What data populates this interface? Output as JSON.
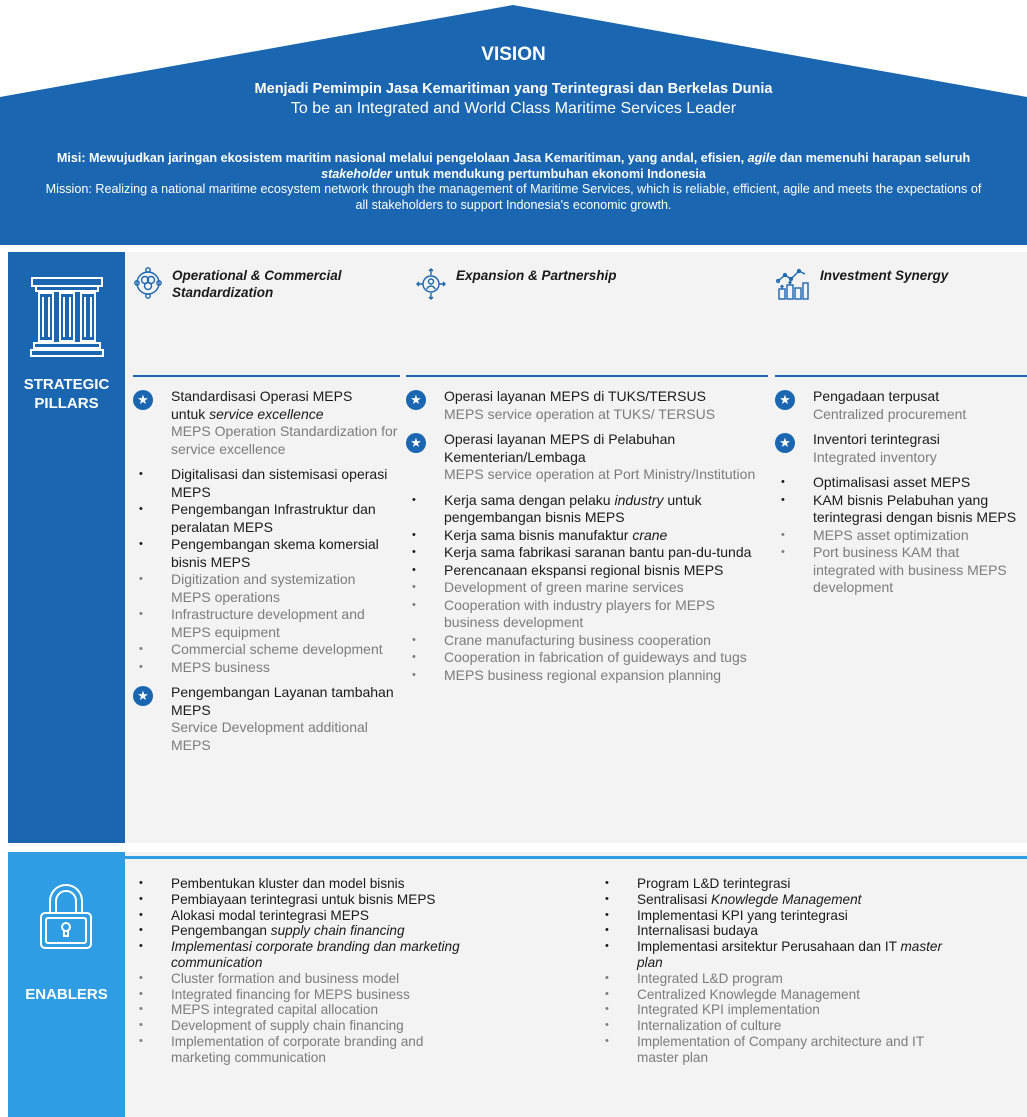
{
  "colors": {
    "primary_blue": "#1a66b0",
    "light_blue": "#2f9de3",
    "panel_gray": "#f3f3f3",
    "text_gray": "#7c7c7c"
  },
  "vision": {
    "title": "VISION",
    "indonesian": "Menjadi Pemimpin Jasa Kemaritiman yang Terintegrasi dan Berkelas Dunia",
    "english": "To be an Integrated and World Class Maritime Services Leader"
  },
  "mission": {
    "id_part1": "Misi: Mewujudkan jaringan ekosistem maritim nasional melalui pengelolaan Jasa Kemaritiman, yang andal, efisien, ",
    "id_agile": "agile",
    "id_part2": " dan memenuhi harapan seluruh ",
    "id_stakeholder": "stakeholder",
    "id_part3": " untuk mendukung pertumbuhan ekonomi Indonesia",
    "english": "Mission: Realizing a national maritime ecosystem network through the management of Maritime Services, which is reliable, efficient, agile and meets the expectations of all stakeholders to support Indonesia's economic growth."
  },
  "pillars": {
    "side_label_1": "STRATEGIC",
    "side_label_2": "PILLARS",
    "icon": "pillars-icon",
    "columns": [
      {
        "icon": "network-icon",
        "title_1": "Operational & Commercial",
        "title_2": "Standardization",
        "stars_top": [
          {
            "id_a": "Standardisasi Operasi MEPS",
            "id_b": "untuk ",
            "id_b_italic": "service excellence",
            "en": "MEPS Operation Standardization for service excellence"
          }
        ],
        "bullets_dark": [
          "Digitalisasi dan sistemisasi operasi MEPS",
          "Pengembangan Infrastruktur dan peralatan MEPS",
          "Pengembangan skema komersial bisnis MEPS"
        ],
        "bullets_gray": [
          "Digitization and systemization MEPS operations",
          "Infrastructure development and MEPS equipment",
          "Commercial scheme development",
          "MEPS business"
        ],
        "stars_bottom": [
          {
            "id": "Pengembangan Layanan tambahan MEPS",
            "en": "Service Development additional MEPS"
          }
        ]
      },
      {
        "icon": "partnership-icon",
        "title_1": "Expansion & Partnership",
        "stars": [
          {
            "id": "Operasi layanan MEPS di TUKS/TERSUS",
            "en": "MEPS service operation at TUKS/ TERSUS"
          },
          {
            "id": "Operasi layanan MEPS di Pelabuhan Kementerian/Lembaga",
            "en": "MEPS service operation at Port Ministry/Institution"
          }
        ],
        "b1_pre": "Kerja sama dengan pelaku ",
        "b1_it": "industry",
        "b1_post": " untuk pengembangan bisnis MEPS",
        "b2_pre": "Kerja sama bisnis manufaktur ",
        "b2_it": "crane",
        "b3": "Kerja sama fabrikasi saranan bantu pan-du-tunda",
        "b4": "Perencanaan ekspansi regional bisnis MEPS",
        "bullets_gray": [
          "Development of green marine services",
          "Cooperation with industry players for MEPS business development",
          "Crane manufacturing business cooperation",
          "Cooperation in fabrication of guideways and tugs",
          "MEPS business regional expansion planning"
        ]
      },
      {
        "icon": "investment-icon",
        "title_1": "Investment Synergy",
        "stars": [
          {
            "id": "Pengadaan terpusat",
            "en": "Centralized procurement"
          },
          {
            "id": "Inventori terintegrasi",
            "en": "Integrated inventory"
          }
        ],
        "bullets_dark": [
          "Optimalisasi asset MEPS",
          "KAM bisnis Pelabuhan yang terintegrasi dengan bisnis MEPS"
        ],
        "bullets_gray": [
          "MEPS asset optimization",
          "Port business KAM that integrated with business MEPS development"
        ]
      }
    ]
  },
  "enablers": {
    "side_label": "ENABLERS",
    "icon": "padlock-icon",
    "left": {
      "d1": "Pembentukan kluster dan model bisnis",
      "d2": "Pembiayaan terintegrasi untuk bisnis MEPS",
      "d3": "Alokasi modal terintegrasi MEPS",
      "d4_pre": "Pengembangan ",
      "d4_it": "supply chain financing",
      "d5_pre": "",
      "d5_it": "Implementasi corporate branding dan marketing communication",
      "gray": [
        "Cluster formation and business model",
        "Integrated financing for MEPS business",
        "MEPS integrated capital allocation",
        "Development of supply chain financing",
        "Implementation of corporate branding and marketing communication"
      ]
    },
    "right": {
      "d1": "Program L&D terintegrasi",
      "d2_pre": "Sentralisasi ",
      "d2_it": "Knowlegde Management",
      "d3": "Implementasi KPI yang terintegrasi",
      "d4": "Internalisasi budaya",
      "d5_pre": "Implementasi arsitektur Perusahaan dan IT ",
      "d5_it": "master plan",
      "gray": [
        "Integrated L&D program",
        "Centralized Knowlegde Management",
        "Integrated KPI implementation",
        "Internalization of culture",
        "Implementation of Company architecture and IT master plan"
      ]
    }
  }
}
